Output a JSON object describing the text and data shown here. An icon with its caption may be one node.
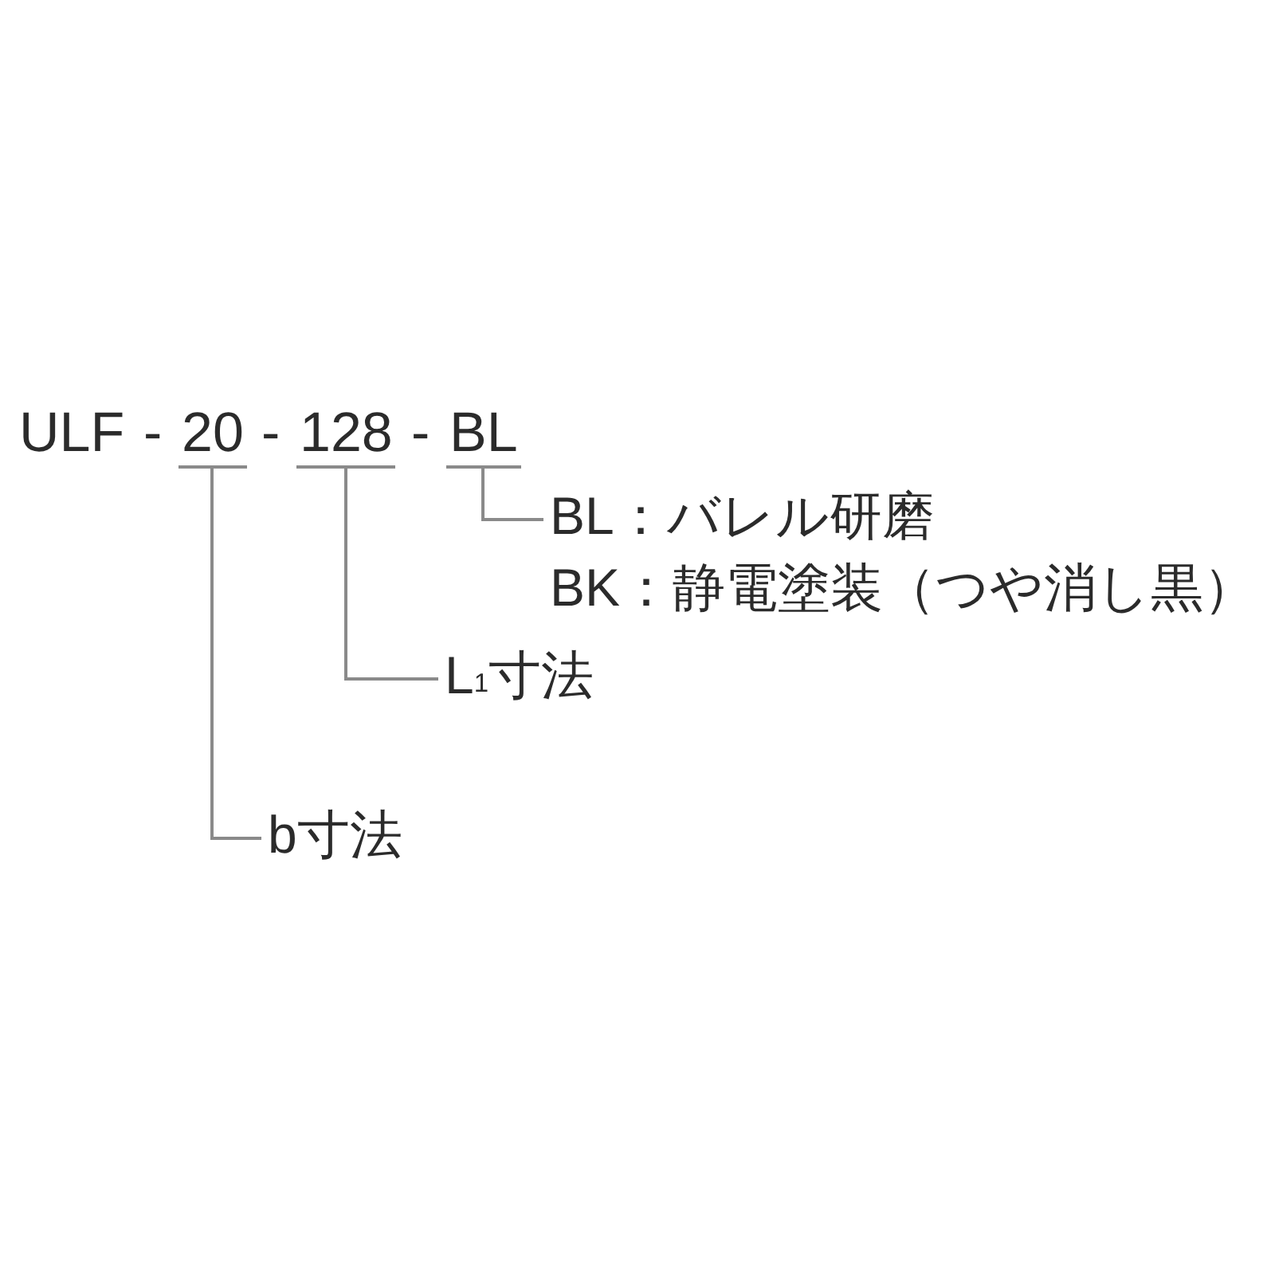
{
  "diagram": {
    "nodes": [
      {
        "text": [
          "ULF"
        ]
      },
      {
        "text": [
          "20"
        ]
      },
      {
        "text": [
          "128"
        ]
      },
      {
        "text": [
          "BL"
        ]
      },
      {
        "text": [
          "BL：バレル研磨"
        ]
      },
      {
        "text": [
          "L$_{1}$寸法"
        ]
      },
      {
        "text": [
          "b寸法"
        ]
      }
    ],
    "edges": [
      {
        "from": 1,
        "to": 6,
        "arrow": "none"
      },
      {
        "from": 2,
        "to": 5,
        "arrow": "none"
      },
      {
        "from": 3,
        "to": 4,
        "arrow": "none"
      }
    ],
    "labels": [
      "-",
      "-",
      "-",
      "BK：静電塗装（つや消し黒）"
    ]
  }
}
